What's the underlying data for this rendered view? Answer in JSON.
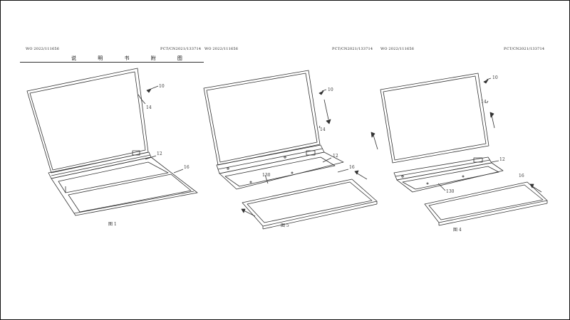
{
  "pages": [
    {
      "header_left": "WO 2022/111656",
      "header_right": "PCT/CN2021/133714",
      "title": "说 明 书 附 图",
      "labels": {
        "device": "10",
        "screen": "14",
        "hinge": "12",
        "keyboard": "16"
      },
      "figure": "图 1"
    },
    {
      "header_left": "WO 2022/111656",
      "header_right": "PCT/CN2021/133714",
      "labels": {
        "device": "10",
        "screen": "14",
        "hinge": "12",
        "keyboard": "16",
        "connector": "130"
      },
      "figure": "图 5"
    },
    {
      "header_left": "WO 2022/111656",
      "header_right": "PCT/CN2021/133714",
      "labels": {
        "device": "10",
        "screen": "14",
        "hinge": "12",
        "keyboard": "16",
        "connector": "130"
      },
      "figure": "图 4"
    }
  ]
}
